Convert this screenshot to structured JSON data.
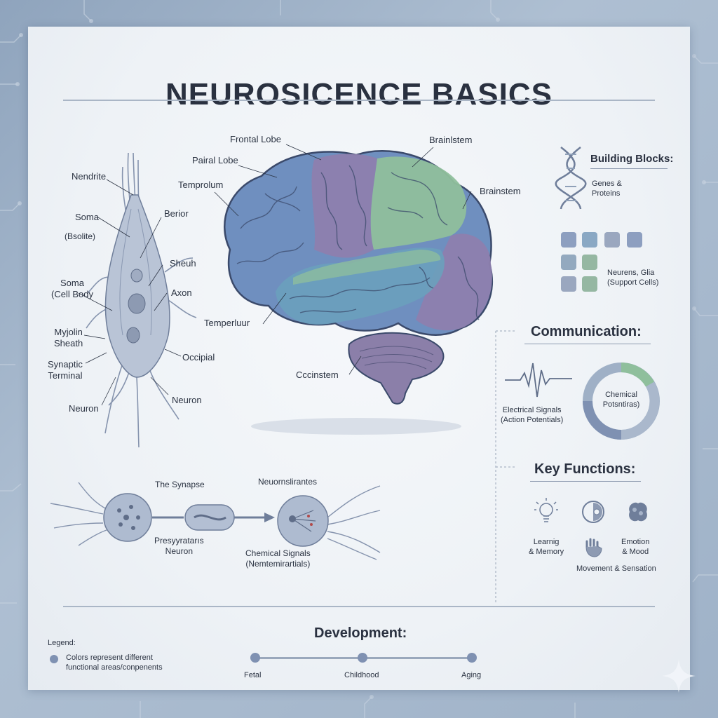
{
  "header": {
    "title": "NEUROSICENCE BASICS"
  },
  "neuron_labels": {
    "nendrite": "Nendrite",
    "soma_top": "Soma",
    "soma_paren": "(Bsolite)",
    "berior": "Berior",
    "sheuh": "Sheuh",
    "soma_cell": "Soma\n(Cell Body",
    "axon": "Axon",
    "myelin": "Myjolin\nSheath",
    "occipital": "Occipial",
    "synaptic": "Synaptic\nTerminal",
    "neuron_left": "Neuron",
    "neuron_right": "Neuron"
  },
  "brain_labels": {
    "frontal": "Frontal Lobe",
    "parietal": "Pairal Lobe",
    "temporum": "Temprolum",
    "brainstem_top": "Brainlstem",
    "brainstem_right": "Brainstem",
    "temperluur": "Temperluur",
    "cccinstem": "Cccinstem"
  },
  "synapse": {
    "title": "The Synapse",
    "presynaptic": "Presyyratarıs\nNeuron",
    "neuro": "Neuornslirantes",
    "chemical": "Chemical Signals\n(Nemtemirartials)"
  },
  "building": {
    "title": "Building Blocks:",
    "genes": "Genes &\nProteins",
    "cells": "Neurens, Glia\n(Support Cells)"
  },
  "communication": {
    "title": "Communication:",
    "electrical": "Electrical Signals\n(Action Potentials)",
    "chemical": "Chemical\nPotsntiras)"
  },
  "functions": {
    "title": "Key Functions:",
    "learning": "Learnig\n& Memory",
    "emotion": "Emotion\n& Mood",
    "movement": "Movement & Sensation"
  },
  "legend": {
    "title": "Legend:",
    "text": "Colors represent different\nfunctional areas/conpenents"
  },
  "development": {
    "title": "Development:",
    "stages": [
      "Fetal",
      "Childhood",
      "Aging"
    ]
  },
  "colors": {
    "blue": "#6f8fbf",
    "purple": "#8d7fae",
    "green": "#8fbf9c",
    "teal": "#6aa0bd",
    "outline": "#3b4a6b"
  }
}
